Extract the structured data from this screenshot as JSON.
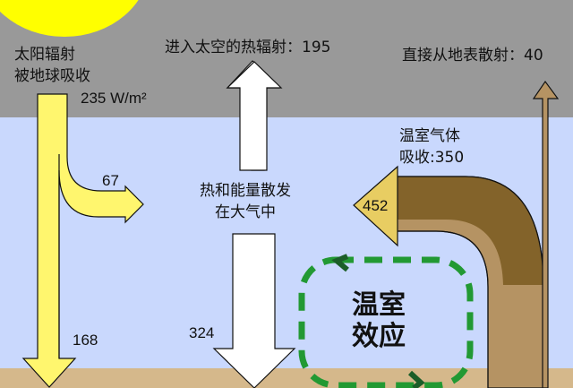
{
  "colors": {
    "space": "#999999",
    "atmosphere": "#c9d8fd",
    "ground": "#d5b88b",
    "sun": "#ffff00",
    "solar_arrow": "#fff66e",
    "heat_arrow": "#ffffff",
    "ground_arrow": "#b59363",
    "greenhouse_band": "#83632a",
    "greenhouse_head": "#e8cd62",
    "cycle": "#229933",
    "cycle_chevron": "#1b5e28"
  },
  "labels": {
    "solar_title_line1": "太阳辐射",
    "solar_title_line2": "被地球吸收",
    "solar_value": "235 W/m²",
    "to_space": "进入太空的热辐射：195",
    "direct_from_surface": "直接从地表散射：40",
    "gh_absorb_line1": "温室气体",
    "gh_absorb_line2": "吸收:350",
    "atmos_reflect": "67",
    "surface_absorb": "168",
    "heat_line1": "热和能量散发",
    "heat_line2": "在大气中",
    "back_radiation": "324",
    "gh_emit": "452",
    "greenhouse_line1": "温室",
    "greenhouse_line2": "效应"
  },
  "flows": [
    {
      "name": "solar absorbed",
      "value": 235,
      "unit": "W/m²"
    },
    {
      "name": "absorbed by atmosphere",
      "value": 67
    },
    {
      "name": "absorbed by surface",
      "value": 168
    },
    {
      "name": "thermal to space",
      "value": 195
    },
    {
      "name": "direct from surface to space",
      "value": 40
    },
    {
      "name": "greenhouse gas absorption",
      "value": 350
    },
    {
      "name": "back radiation",
      "value": 324
    },
    {
      "name": "surface emission",
      "value": 452
    }
  ]
}
